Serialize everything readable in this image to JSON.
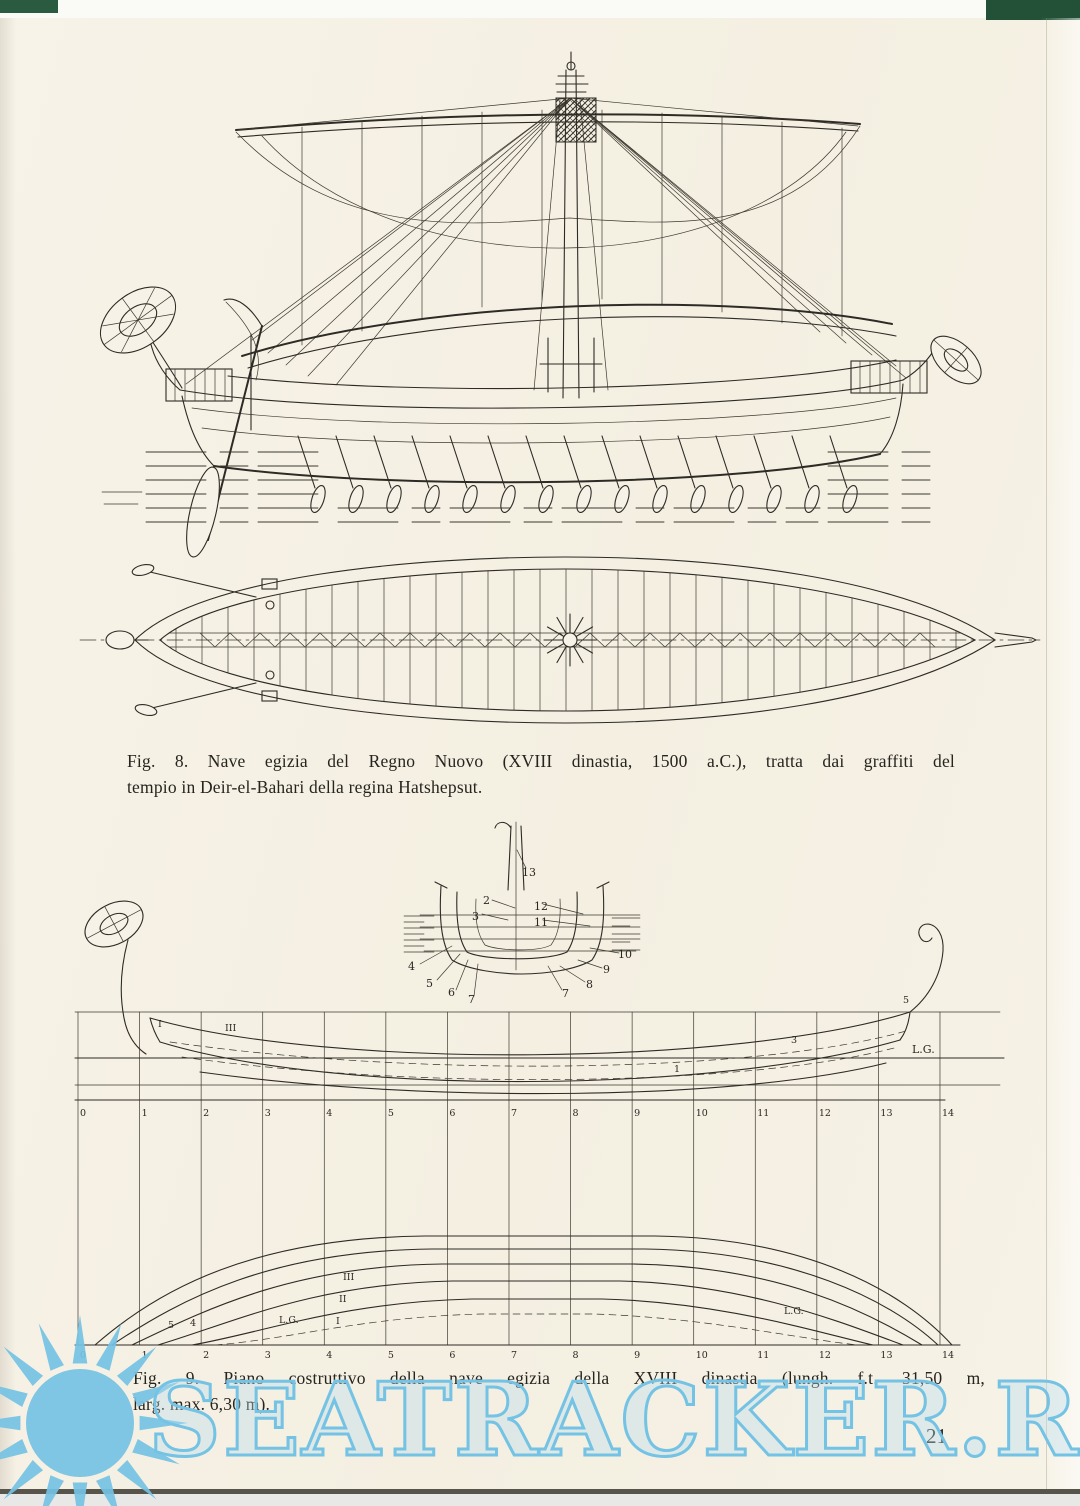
{
  "page": {
    "number": "21"
  },
  "fig8": {
    "oar_count": 15,
    "caption": {
      "line1": "Fig. 8. Nave egizia del Regno Nuovo (XVIII dinastia, 1500 a.C.), tratta dai graffiti del",
      "line2": "tempio in Deir-el-Bahari della regina Hatshepsut."
    }
  },
  "fig9": {
    "caption": {
      "line1": "Fig. 9. Piano costruttivo della nave egizia della XVIII dinastia (lungh. f.t. 31,50 m,",
      "line2": "larg. max. 6,30 m)."
    },
    "stations": [
      "0",
      "1",
      "2",
      "3",
      "4",
      "5",
      "6",
      "7",
      "8",
      "9",
      "10",
      "11",
      "12",
      "13",
      "14"
    ],
    "body_callouts": {
      "c13": "13",
      "c2": "2",
      "c12": "12",
      "c3": "3",
      "c11": "11",
      "c4": "4",
      "c5": "5",
      "c6": "6",
      "c7l": "7",
      "c7r": "7",
      "c8": "8",
      "c9": "9",
      "c10": "10"
    },
    "profile_labels": {
      "lg": "L.G.",
      "n1": "1",
      "n3": "3",
      "n5": "5",
      "rom1": "I",
      "rom3": "III"
    },
    "halfbreadth_labels": {
      "rom3": "III",
      "rom2": "II",
      "rom1": "I",
      "lg_left": "L.G.",
      "lg_right": "L.G.",
      "n5": "5",
      "n4": "4"
    }
  },
  "watermark": {
    "text": "SEATRACKER.RU"
  }
}
